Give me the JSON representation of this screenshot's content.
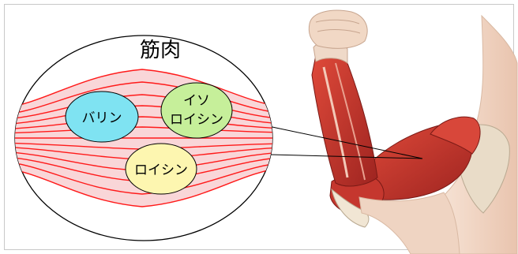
{
  "title": "筋肉",
  "amino_acids": [
    {
      "lines": [
        "バリン"
      ],
      "color": "#7fe3f2"
    },
    {
      "lines": [
        "イソ",
        "ロイシン"
      ],
      "color": "#c6ef9a"
    },
    {
      "lines": [
        "ロイシン"
      ],
      "color": "#fdf6b0"
    }
  ],
  "colors": {
    "fiber": "#ff1a1a",
    "muscle_fill": "#f9d6d8",
    "outline": "#000000",
    "frame": "#c8c8c8",
    "skin": "#f2d7c6",
    "muscle": "#c8382f"
  }
}
